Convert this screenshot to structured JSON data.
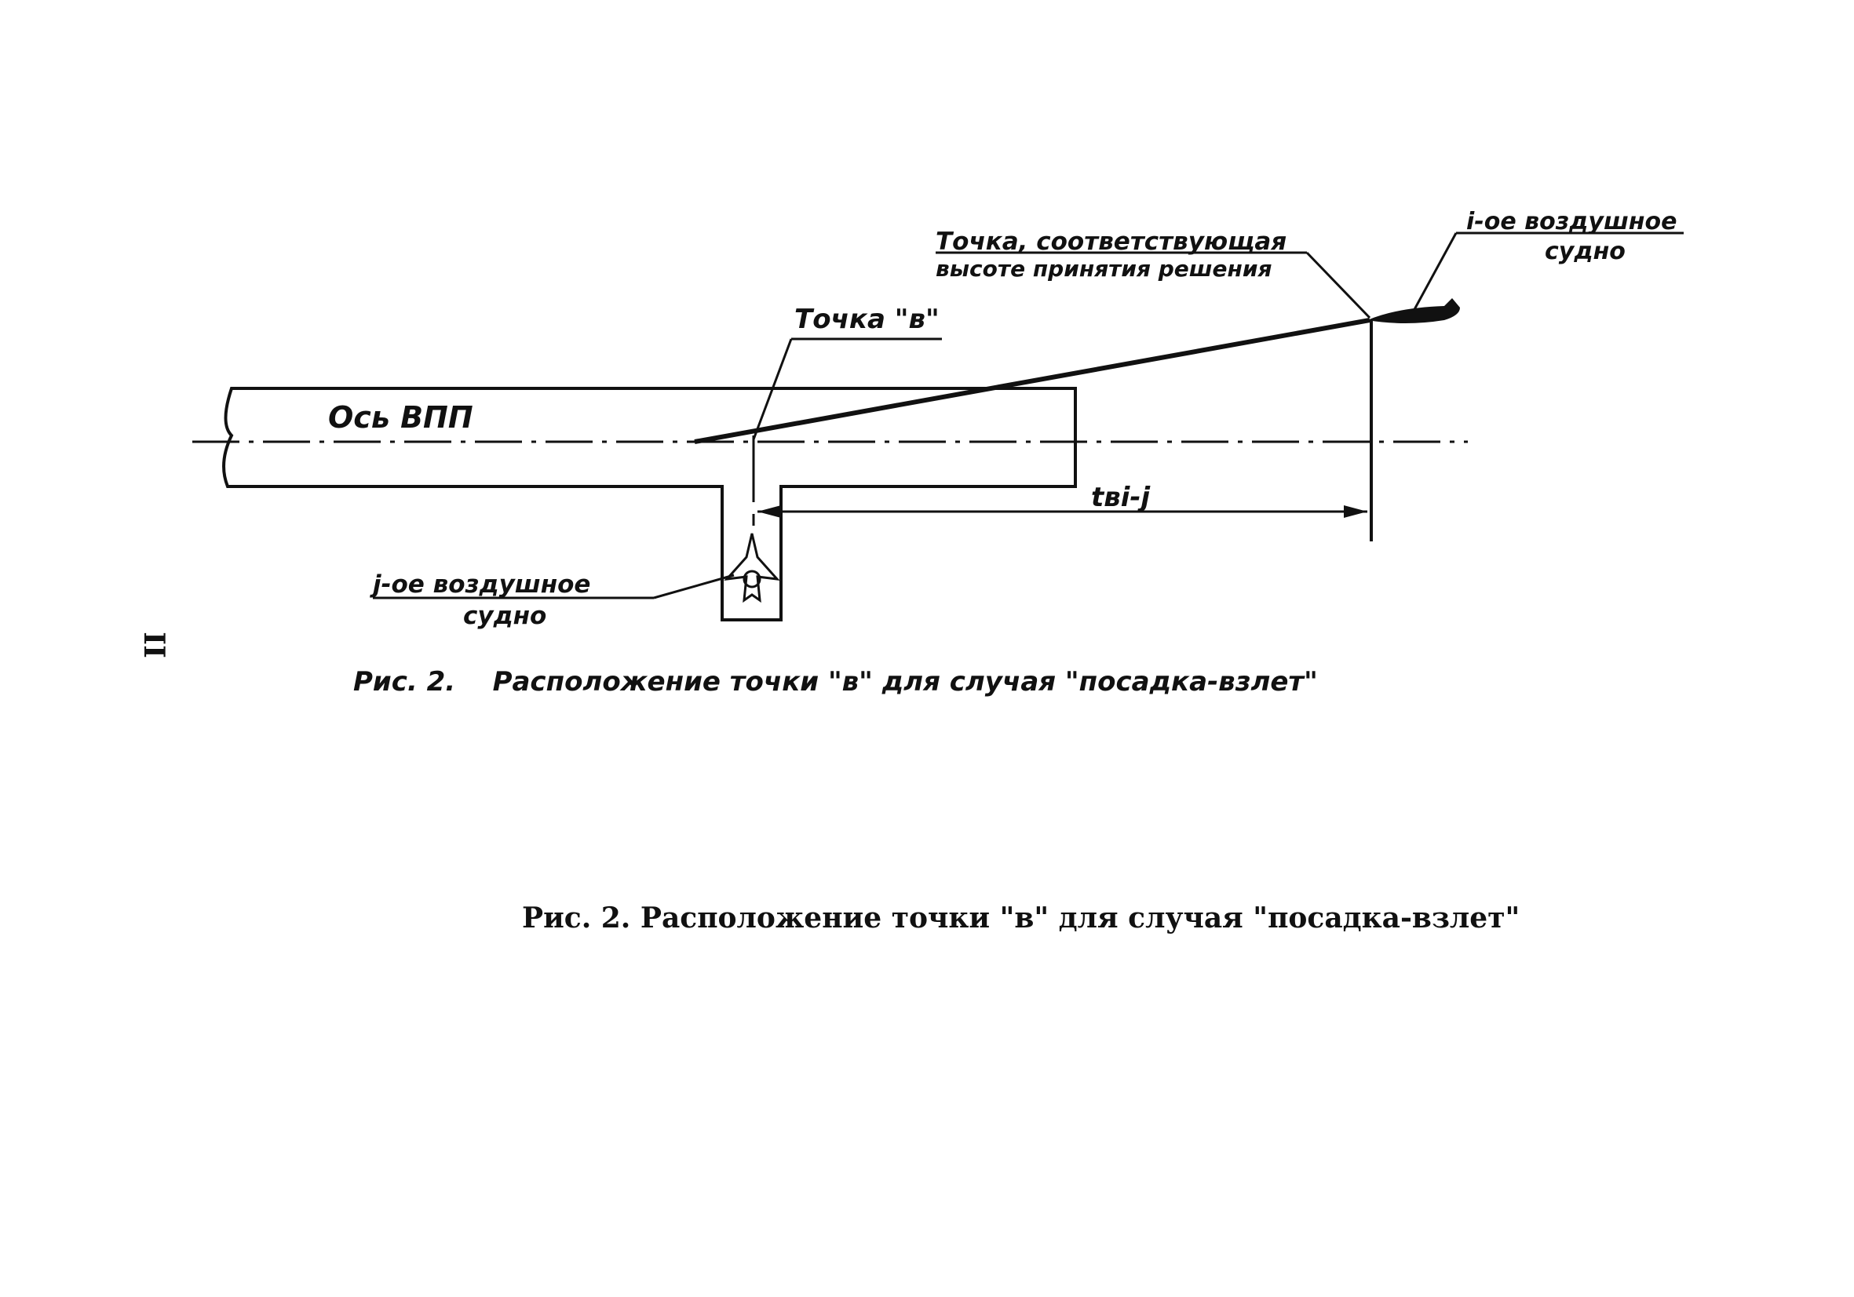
{
  "page_number": "II",
  "labels": {
    "runway_axis": "Ось ВПП",
    "point_b": "Точка \"в\"",
    "decision_point_line1": "Точка, соответствующая",
    "decision_point_line2": "высоте принятия решения",
    "aircraft_i_line1": "i-ое воздушное",
    "aircraft_i_line2": "судно",
    "aircraft_j_line1": "j-ое воздушное",
    "aircraft_j_line2": "судно",
    "distance": "tвi-j"
  },
  "captions": {
    "handwritten": "Рис. 2.    Расположение точки \"в\" для случая \"посадка-взлет\"",
    "typed": "Рис. 2. Расположение точки \"в\" для случая \"посадка-взлет\""
  },
  "colors": {
    "ink": "#111111",
    "paper": "#ffffff"
  }
}
